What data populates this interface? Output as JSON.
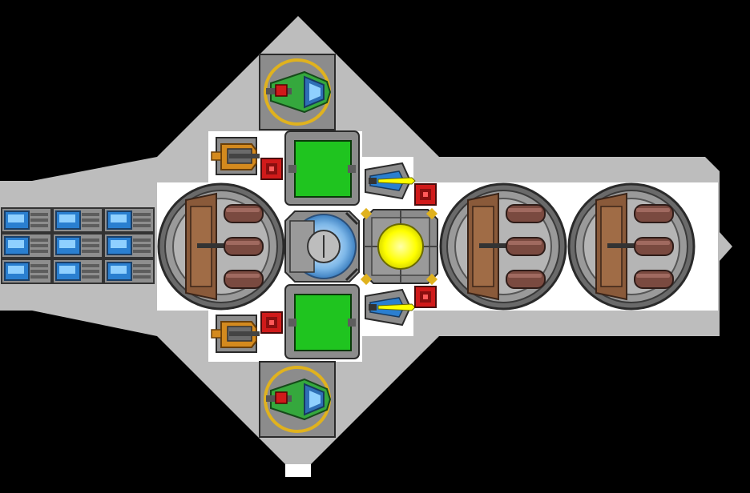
{
  "view": {
    "name": "ship-layout",
    "background": "#000000",
    "colors": {
      "hull": "#bdbdbd",
      "floor": "#ffffff",
      "frame": "#6b6b6b",
      "panel": "#8c8c8c",
      "green_room": "#1fc41f",
      "reactor": "#ffff00",
      "brass": "#e0b21e",
      "red": "#d01a1a",
      "blue": "#2a7fd0",
      "crate": "#8a5a3a",
      "crate_dark": "#5a3a24",
      "pipe": "#7a4a40",
      "drone_green": "#35a83d",
      "orange": "#d48a1e"
    }
  },
  "ship": {
    "modules": [
      {
        "kind": "drone",
        "icon": "drone-bay-icon"
      },
      {
        "kind": "drone",
        "icon": "drone-bay-icon"
      },
      {
        "kind": "room",
        "icon": "green-room-icon"
      },
      {
        "kind": "room",
        "icon": "green-room-icon"
      },
      {
        "kind": "reactor",
        "icon": "reactor-core-icon"
      },
      {
        "kind": "shield",
        "icon": "shield-pod-icon"
      },
      {
        "kind": "cargo",
        "icon": "cargo-drum-icon"
      },
      {
        "kind": "cargo",
        "icon": "cargo-drum-icon"
      },
      {
        "kind": "cargo",
        "icon": "cargo-drum-icon"
      },
      {
        "kind": "battery",
        "icon": "battery-cell-icon"
      },
      {
        "kind": "turret",
        "icon": "orange-turret-icon"
      },
      {
        "kind": "turret",
        "icon": "orange-turret-icon"
      },
      {
        "kind": "missile",
        "icon": "missile-launcher-icon"
      },
      {
        "kind": "missile",
        "icon": "missile-launcher-icon"
      },
      {
        "kind": "switch",
        "icon": "red-switch-icon"
      }
    ]
  }
}
